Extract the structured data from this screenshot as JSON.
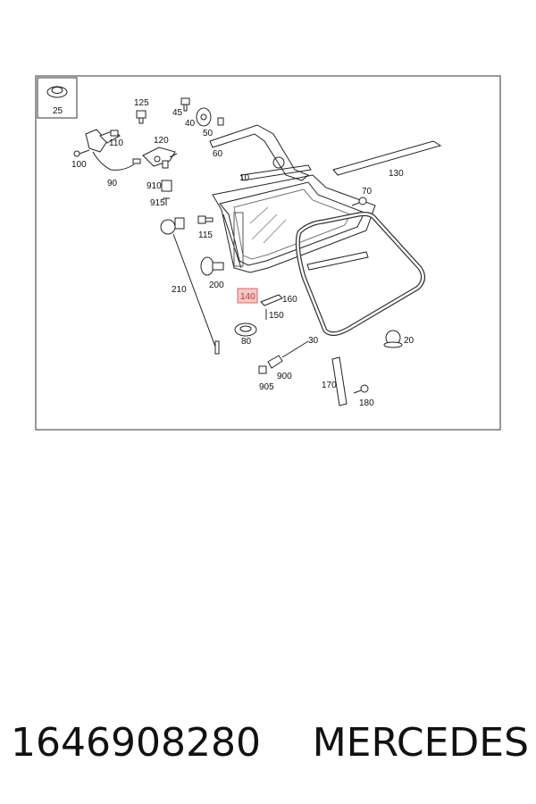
{
  "diagram": {
    "inset_label": "25",
    "labels": {
      "l10": "10",
      "l20": "20",
      "l30": "30",
      "l40": "40",
      "l45": "45",
      "l50": "50",
      "l60": "60",
      "l70": "70",
      "l80": "80",
      "l90": "90",
      "l100": "100",
      "l110": "110",
      "l115": "115",
      "l120": "120",
      "l125": "125",
      "l130": "130",
      "l140": "140",
      "l150": "150",
      "l160": "160",
      "l170": "170",
      "l180": "180",
      "l200": "200",
      "l210": "210",
      "l900": "900",
      "l905": "905",
      "l910": "910",
      "l915": "915"
    },
    "highlight_color": "#e06666"
  },
  "caption": {
    "part_number": "1646908280",
    "brand": "MERCEDES"
  }
}
